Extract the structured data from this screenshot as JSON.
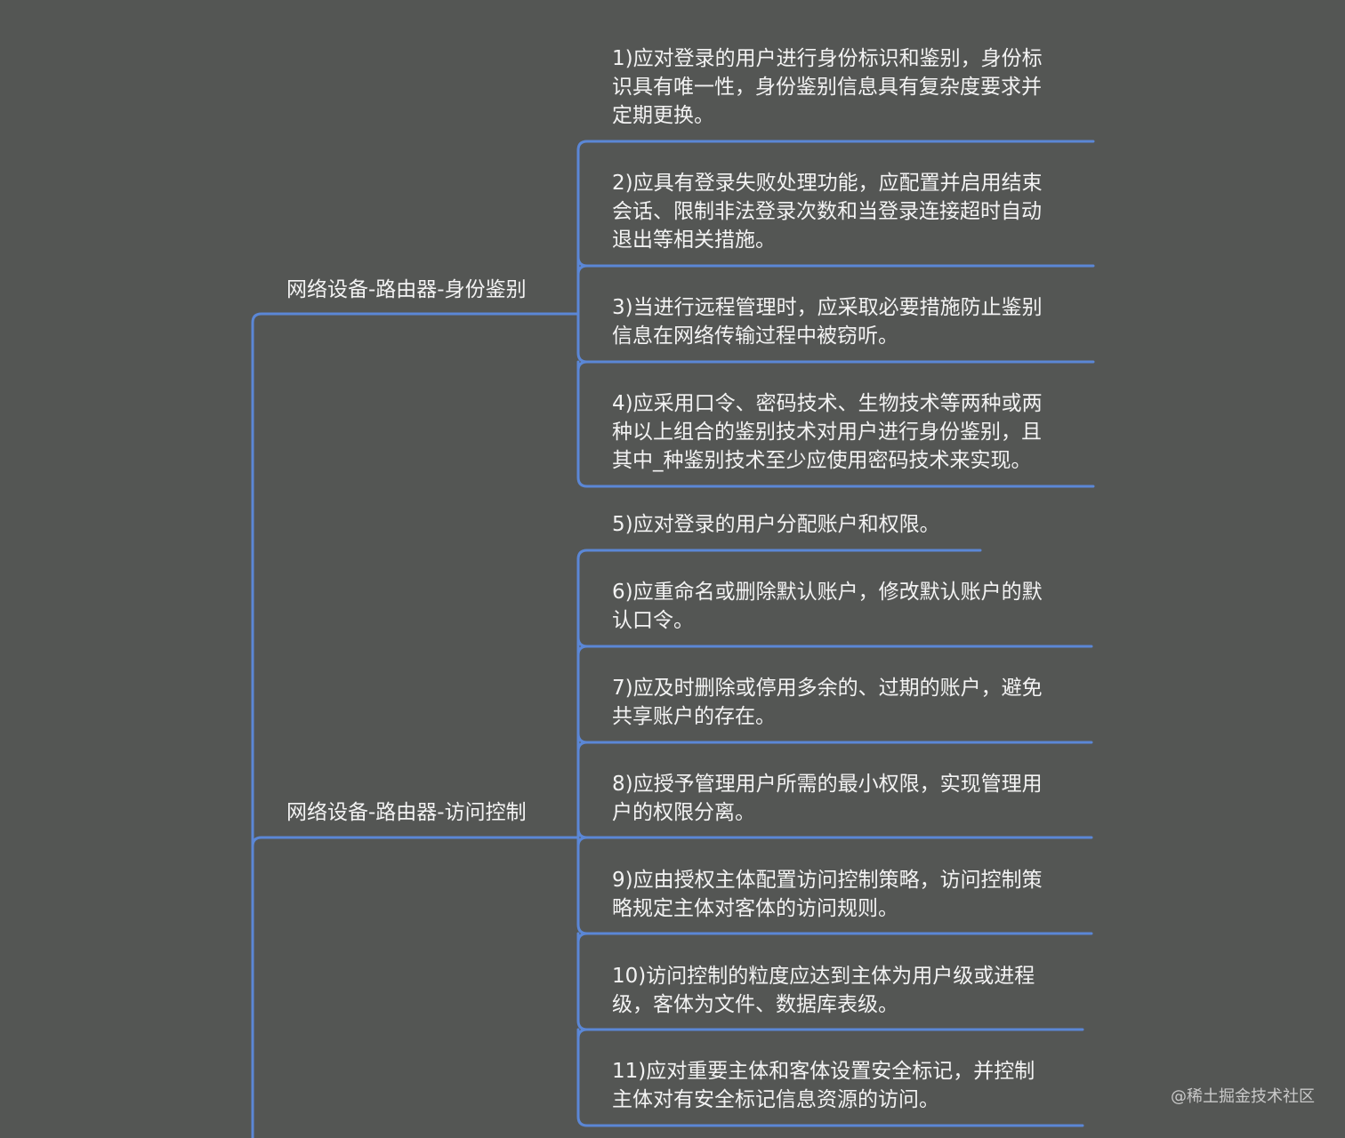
{
  "colors": {
    "background": "#545654",
    "line": "#5b87d6",
    "text": "#f3f3f3"
  },
  "branches": [
    {
      "label": "网络设备-路由器-身份鉴别",
      "items": [
        {
          "lines": [
            "1)应对登录的用户进行身份标识和鉴别，身份标",
            "识具有唯一性，身份鉴别信息具有复杂度要求并",
            "定期更换。"
          ]
        },
        {
          "lines": [
            "2)应具有登录失败处理功能，应配置并启用结束",
            "会话、限制非法登录次数和当登录连接超时自动",
            "退出等相关措施。"
          ]
        },
        {
          "lines": [
            "3)当进行远程管理时，应采取必要措施防止鉴别",
            "信息在网络传输过程中被窃听。"
          ]
        },
        {
          "lines": [
            "4)应采用口令、密码技术、生物技术等两种或两",
            "种以上组合的鉴别技术对用户进行身份鉴别，且",
            "其中_种鉴别技术至少应使用密码技术来实现。"
          ]
        }
      ]
    },
    {
      "label": "网络设备-路由器-访问控制",
      "items": [
        {
          "lines": [
            "5)应对登录的用户分配账户和权限。"
          ]
        },
        {
          "lines": [
            "6)应重命名或删除默认账户，修改默认账户的默",
            "认口令。"
          ]
        },
        {
          "lines": [
            "7)应及时删除或停用多余的、过期的账户，避免",
            "共享账户的存在。"
          ]
        },
        {
          "lines": [
            "8)应授予管理用户所需的最小权限，实现管理用",
            "户的权限分离。"
          ]
        },
        {
          "lines": [
            "9)应由授权主体配置访问控制策略，访问控制策",
            "略规定主体对客体的访问规则。"
          ]
        },
        {
          "lines": [
            "10)访问控制的粒度应达到主体为用户级或进程",
            "级，客体为文件、数据库表级。"
          ]
        },
        {
          "lines": [
            "11)应对重要主体和客体设置安全标记，并控制",
            "主体对有安全标记信息资源的访问。"
          ]
        }
      ]
    }
  ],
  "watermark": "@稀土掘金技术社区"
}
